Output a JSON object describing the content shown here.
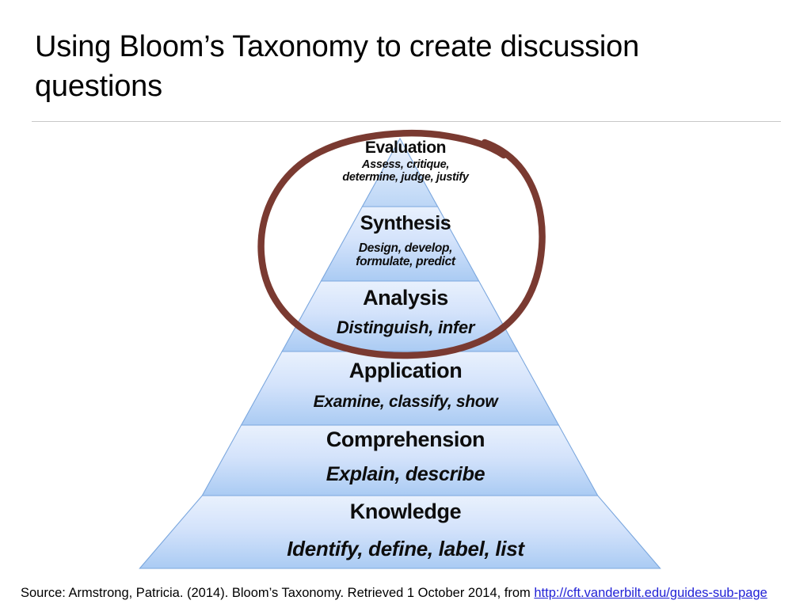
{
  "slide": {
    "title": "Using Bloom’s Taxonomy to create discussion\nquestions"
  },
  "figure": {
    "name": "blooms-taxonomy-pyramid",
    "annotation": {
      "shape": "hand-drawn-ellipse",
      "color": "#7a3a31",
      "encircles": [
        "Evaluation",
        "Synthesis",
        "Analysis"
      ]
    },
    "tiers": [
      {
        "id": "evaluation",
        "title": "Evaluation",
        "verbs": "Assess, critique,\ndetermine, judge, justify",
        "level": 6
      },
      {
        "id": "synthesis",
        "title": "Synthesis",
        "verbs": "Design, develop,\nformulate, predict",
        "level": 5
      },
      {
        "id": "analysis",
        "title": "Analysis",
        "verbs": "Distinguish, infer",
        "level": 4
      },
      {
        "id": "application",
        "title": "Application",
        "verbs": "Examine, classify, show",
        "level": 3
      },
      {
        "id": "comprehension",
        "title": "Comprehension",
        "verbs": "Explain, describe",
        "level": 2
      },
      {
        "id": "knowledge",
        "title": "Knowledge",
        "verbs": "Identify, define, label, list",
        "level": 1
      }
    ]
  },
  "source": {
    "prefix": "Source: Armstrong, Patricia. (2014). Bloom’s Taxonomy. Retrieved 1 October 2014, from ",
    "link_text": "http://cft.vanderbilt.edu/guides-sub-page"
  },
  "colors": {
    "pyramid_fill_light": "#e4edfc",
    "pyramid_fill_dark": "#a9c8f2",
    "pyramid_stroke": "#6f9edb",
    "annotation": "#7a3a31",
    "link": "#2121d6",
    "rule": "#c8c8c8",
    "text": "#0d0d0d"
  }
}
